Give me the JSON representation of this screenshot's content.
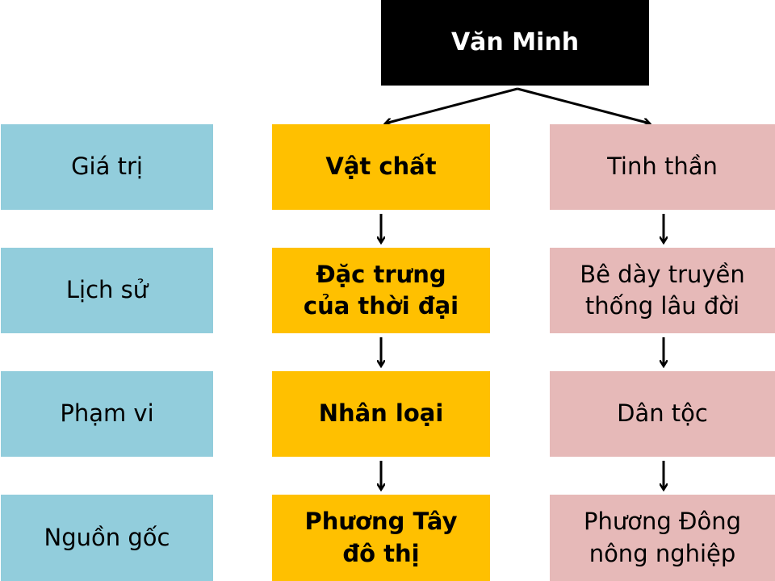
{
  "diagram": {
    "root": {
      "label": "Văn Minh",
      "color": "#000000",
      "text_color": "#FFFFFF"
    },
    "rows": [
      {
        "category": "Giá trị",
        "material": "Vật chất",
        "spiritual": "Tinh thần"
      },
      {
        "category": "Lịch sử",
        "material": "Đặc trưng của thời đại",
        "spiritual": "Bê dày truyền thống lâu đời"
      },
      {
        "category": "Phạm vi",
        "material": "Nhân loại",
        "spiritual": "Dân tộc"
      },
      {
        "category": "Nguồn gốc",
        "material": "Phương Tây đô thị",
        "spiritual": "Phương Đông nông nghiệp"
      }
    ],
    "colors": {
      "category": "#92CDDC",
      "material": "#FFC000",
      "spiritual": "#E6B9B8"
    }
  }
}
